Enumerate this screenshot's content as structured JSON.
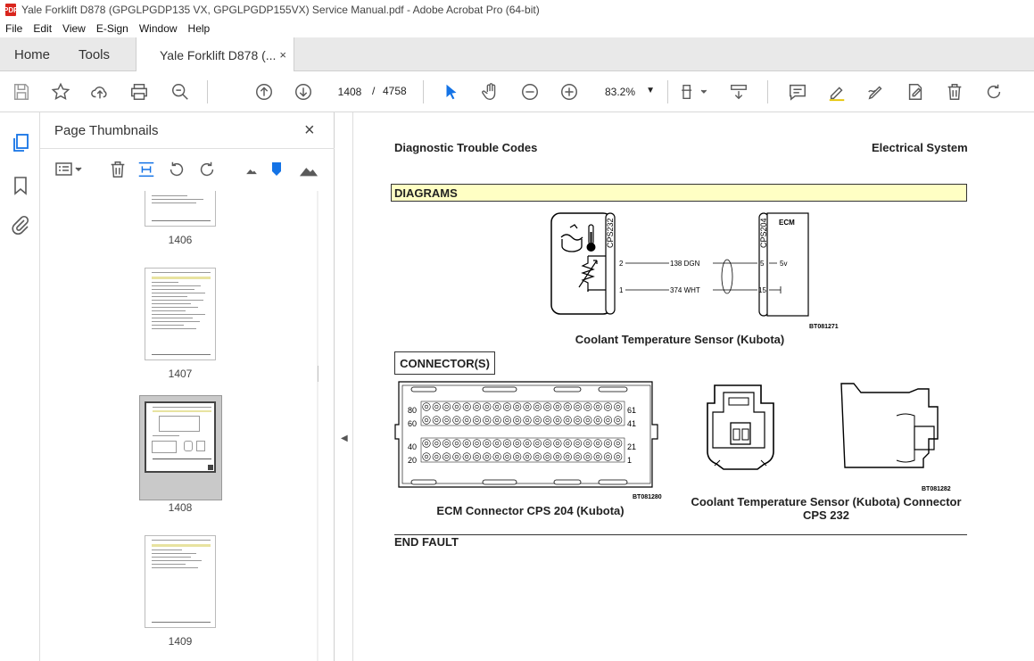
{
  "window": {
    "title": "Yale Forklift D878 (GPGLPGDP135 VX, GPGLPGDP155VX) Service Manual.pdf - Adobe Acrobat Pro (64-bit)",
    "app_icon_label": "PDF"
  },
  "menu": [
    "File",
    "Edit",
    "View",
    "E-Sign",
    "Window",
    "Help"
  ],
  "tabs": {
    "home": "Home",
    "tools": "Tools",
    "document": "Yale Forklift D878 (...",
    "close": "×"
  },
  "toolbar": {
    "current_page": "1408",
    "page_separator": "/",
    "total_pages": "4758",
    "zoom": "83.2%"
  },
  "panel": {
    "title": "Page Thumbnails",
    "close": "×",
    "thumbnails": [
      {
        "label": "1406"
      },
      {
        "label": "1407"
      },
      {
        "label": "1408",
        "selected": true
      },
      {
        "label": "1409"
      }
    ]
  },
  "page": {
    "header_left": "Diagnostic Trouble Codes",
    "header_right": "Electrical System",
    "diagrams_heading": "DIAGRAMS",
    "connectors_heading": "CONNECTOR(S)",
    "end": "END FAULT",
    "diagram": {
      "sensor_connector": "CPS232",
      "ecm_connector": "CPS204",
      "ecm_label": "ECM",
      "wire1_label": "138 DGN",
      "wire2_label": "374 WHT",
      "pin_s2": "2",
      "pin_s1": "1",
      "pin_e5": "5",
      "pin_e15": "15",
      "voltage": "5v",
      "ref": "BT081271",
      "caption": "Coolant Temperature Sensor (Kubota)"
    },
    "ecm_connector": {
      "row_labels_left": [
        "80",
        "60",
        "40",
        "20"
      ],
      "row_labels_right": [
        "61",
        "41",
        "21",
        "1"
      ],
      "ref": "BT081280",
      "caption": "ECM Connector CPS 204 (Kubota)"
    },
    "sensor_connector": {
      "ref": "BT081282",
      "caption_line1": "Coolant Temperature Sensor (Kubota) Connector",
      "caption_line2": "CPS 232"
    }
  },
  "colors": {
    "acrobat_red": "#d9251d",
    "heading_highlight": "#ffffc4",
    "icon_gray": "#5a5a5a",
    "selected_blue": "#1473e6"
  }
}
